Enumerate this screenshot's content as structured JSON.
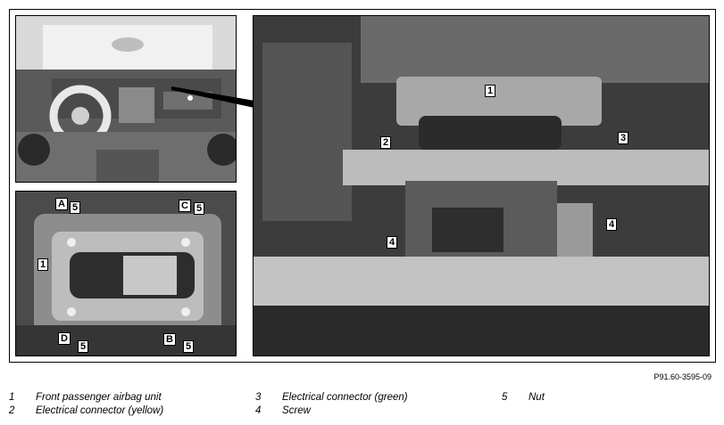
{
  "figure_code": "P91.60-3595-09",
  "callouts": {
    "main": [
      "1",
      "2",
      "3",
      "4",
      "4"
    ],
    "detail": [
      "A",
      "5",
      "C",
      "5",
      "1",
      "D",
      "5",
      "B",
      "5"
    ]
  },
  "legend": [
    {
      "num": "1",
      "text": "Front passenger airbag unit"
    },
    {
      "num": "2",
      "text": "Electrical connector (yellow)"
    },
    {
      "num": "3",
      "text": "Electrical connector (green)"
    },
    {
      "num": "4",
      "text": "Screw"
    },
    {
      "num": "5",
      "text": "Nut"
    }
  ]
}
